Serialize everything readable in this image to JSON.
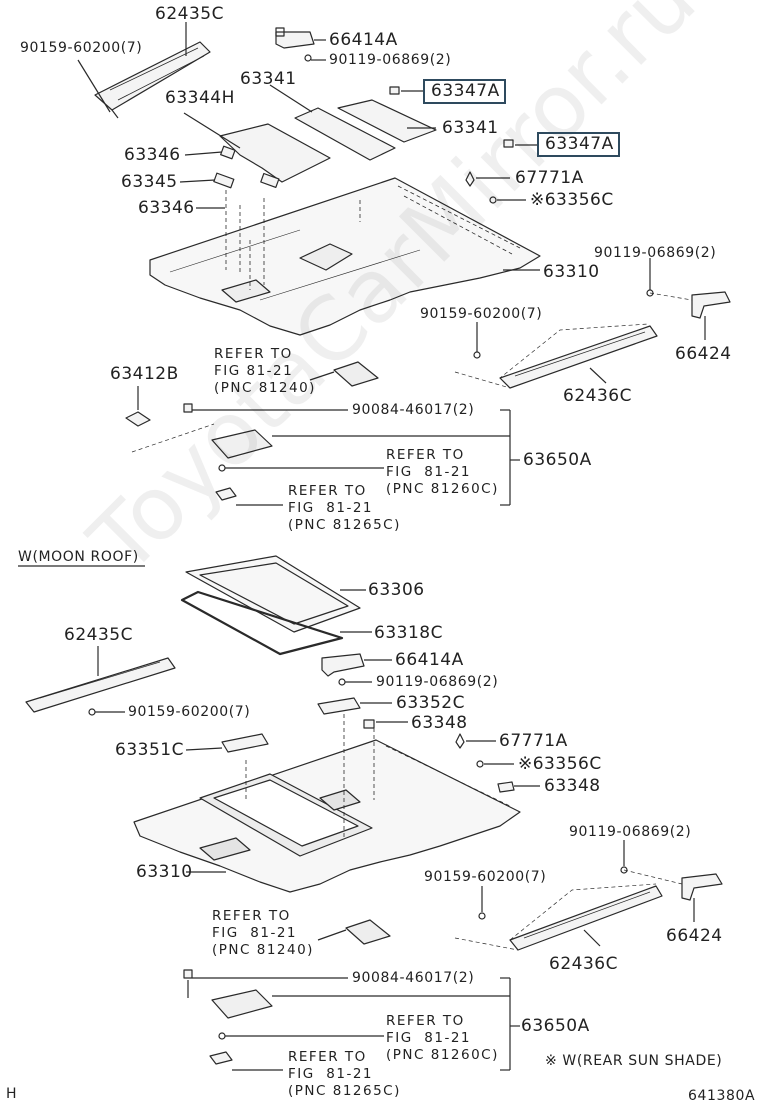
{
  "watermark": "ToyotaCarMirror.ru",
  "labels": {
    "p_62435C_a": "62435C",
    "p_90159_a": "90159-60200(7)",
    "p_66414A_a": "66414A",
    "p_90119_a": "90119-06869(2)",
    "p_63341_a": "63341",
    "p_63347A_a": "63347A",
    "p_63344H": "63344H",
    "p_63341_b": "63341",
    "p_63347A_b": "63347A",
    "p_63346_a": "63346",
    "p_67771A_a": "67771A",
    "p_63345": "63345",
    "p_63356C_a": "※63356C",
    "p_63346_b": "63346",
    "p_90119_b": "90119-06869(2)",
    "p_63310_a": "63310",
    "p_90159_b": "90159-60200(7)",
    "p_66424_a": "66424",
    "p_62436C_a": "62436C",
    "p_63412B": "63412B",
    "p_90084_a": "90084-46017(2)",
    "p_63650A_a": "63650A",
    "ref_81240_a": "REFER TO\nFIG 81-21\n(PNC 81240)",
    "ref_81260C_a": "REFER TO\nFIG  81-21\n(PNC 81260C)",
    "ref_81265C_a": "REFER TO\nFIG  81-21\n(PNC 81265C)",
    "section_moonroof": "W(MOON ROOF)",
    "p_63306": "63306",
    "p_63318C": "63318C",
    "p_62435C_b": "62435C",
    "p_66414A_b": "66414A",
    "p_90119_c": "90119-06869(2)",
    "p_90159_c": "90159-60200(7)",
    "p_63352C": "63352C",
    "p_63348_a": "63348",
    "p_63351C": "63351C",
    "p_67771A_b": "67771A",
    "p_63356C_b": "※63356C",
    "p_63348_b": "63348",
    "p_90119_d": "90119-06869(2)",
    "p_63310_b": "63310",
    "p_90159_d": "90159-60200(7)",
    "p_66424_b": "66424",
    "p_62436C_b": "62436C",
    "ref_81240_b": "REFER TO\nFIG  81-21\n(PNC 81240)",
    "p_90084_b": "90084-46017(2)",
    "p_63650A_b": "63650A",
    "ref_81260C_b": "REFER TO\nFIG  81-21\n(PNC 81260C)",
    "ref_81265C_b": "REFER TO\nFIG  81-21\n(PNC 81265C)",
    "note_rear_sun_shade": "※ W(REAR SUN SHADE)",
    "corner_h": "H",
    "drawing_code": "641380A"
  },
  "colors": {
    "line": "#2a2a2a",
    "highlight_box": "#2e4a5e",
    "part_fill": "#f4f4f4",
    "watermark": "#000000"
  }
}
